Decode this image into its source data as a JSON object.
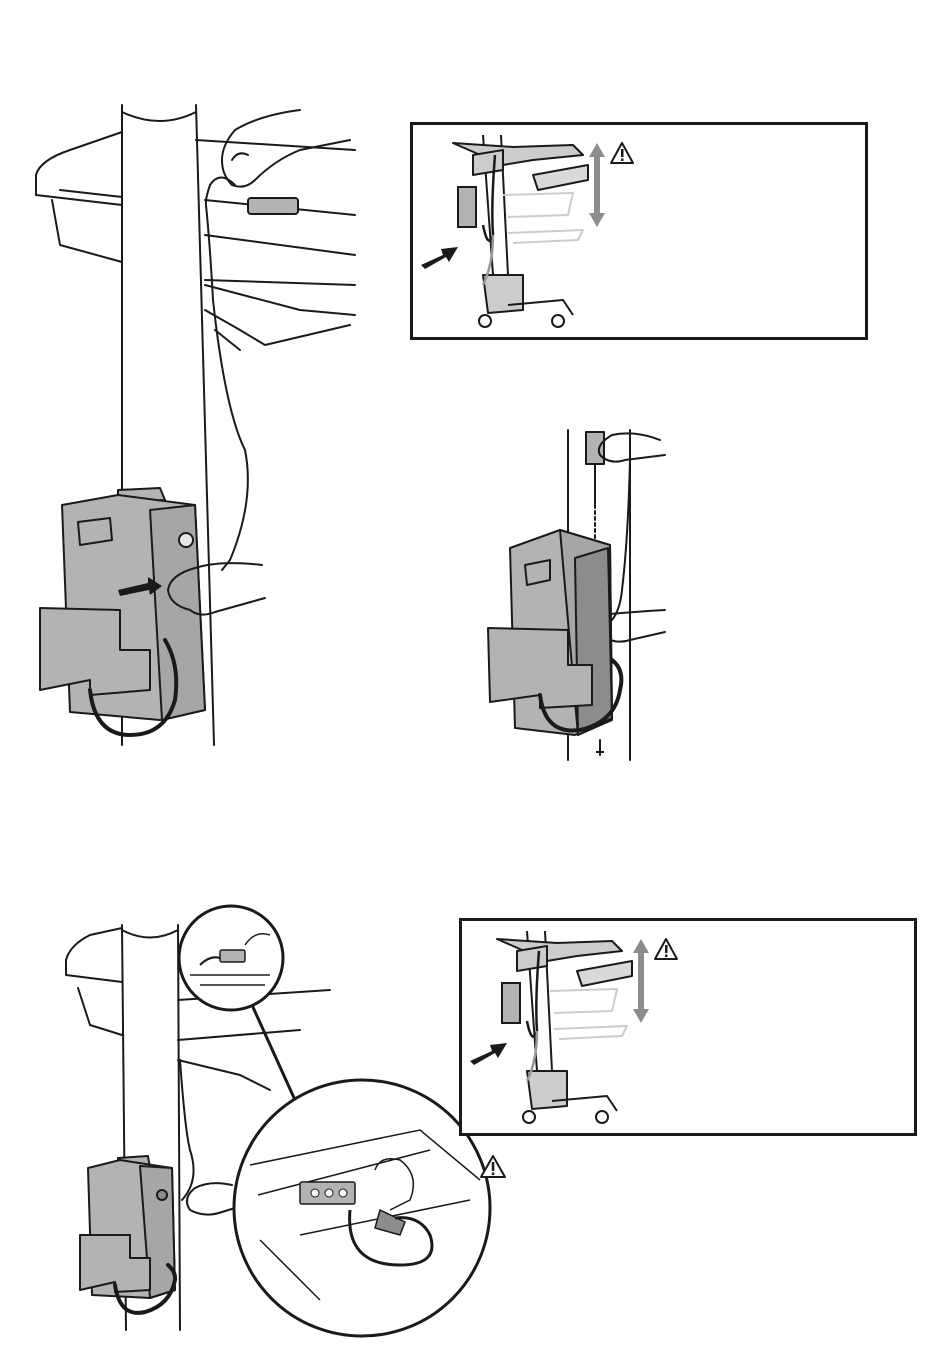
{
  "page": {
    "background": "#ffffff",
    "ink": "#1a1a1a",
    "device_gray": "#b3b3b3",
    "device_dark": "#8c8c8c",
    "arrow_gray": "#8c8c8c"
  },
  "illustrations": [
    {
      "id": "cart-cable-routing",
      "icon": "cart-column-illustration"
    },
    {
      "id": "height-adjust-callout-1",
      "icon": "warning-icon"
    },
    {
      "id": "power-module-plug-in",
      "icon": "hand-plugging-cable"
    },
    {
      "id": "cover-screw-install",
      "icon": "screwdriver-icon"
    },
    {
      "id": "cart-power-strip-detail",
      "icon": "magnifier-circle"
    },
    {
      "id": "height-adjust-callout-2",
      "icon": "warning-icon"
    },
    {
      "id": "power-strip-warning",
      "icon": "warning-icon"
    }
  ]
}
